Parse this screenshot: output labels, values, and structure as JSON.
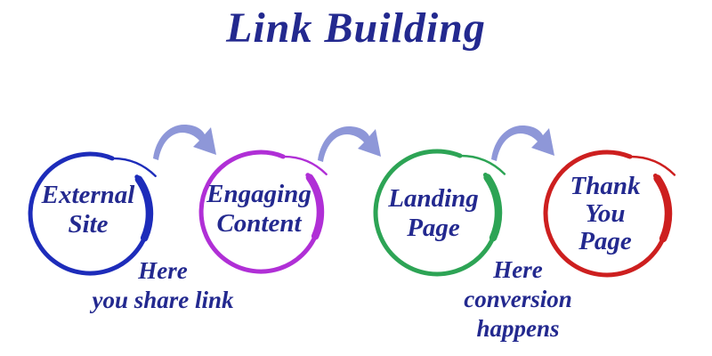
{
  "title": {
    "text": "Link Building"
  },
  "colors": {
    "text": "#23298f",
    "arrow": "#8e97d8"
  },
  "steps": [
    {
      "name": "external-site",
      "line1": "External",
      "line2": "Site",
      "line3": "",
      "color": "#1d2cba"
    },
    {
      "name": "engaging-content",
      "line1": "Engaging",
      "line2": "Content",
      "line3": "",
      "color": "#b02fd6"
    },
    {
      "name": "landing-page",
      "line1": "Landing",
      "line2": "Page",
      "line3": "",
      "color": "#2da455"
    },
    {
      "name": "thank-you-page",
      "line1": "Thank",
      "line2": "You",
      "line3": "Page",
      "color": "#cd1f1f"
    }
  ],
  "annotations": [
    {
      "line1": "Here",
      "line2": "you share link",
      "line3": ""
    },
    {
      "line1": "Here",
      "line2": "conversion",
      "line3": "happens"
    }
  ]
}
